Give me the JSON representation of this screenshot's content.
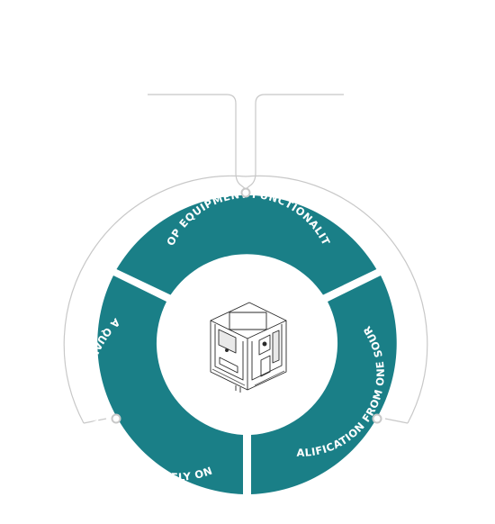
{
  "segments": [
    {
      "label": "TOP EQUIPMENT FUNCTIONALITY"
    },
    {
      "label": "QUALIFICATION FROM ONE SOURCE"
    },
    {
      "label": "A QUALIFICATION TEAM YOU CAN RELY ON"
    }
  ],
  "colors": {
    "segment_fill": "#1a7f87",
    "outline": "#c8c8c8",
    "text": "#ffffff",
    "machine_stroke": "#2a2a2a"
  },
  "center_icon": "lab-equipment-machine-icon"
}
